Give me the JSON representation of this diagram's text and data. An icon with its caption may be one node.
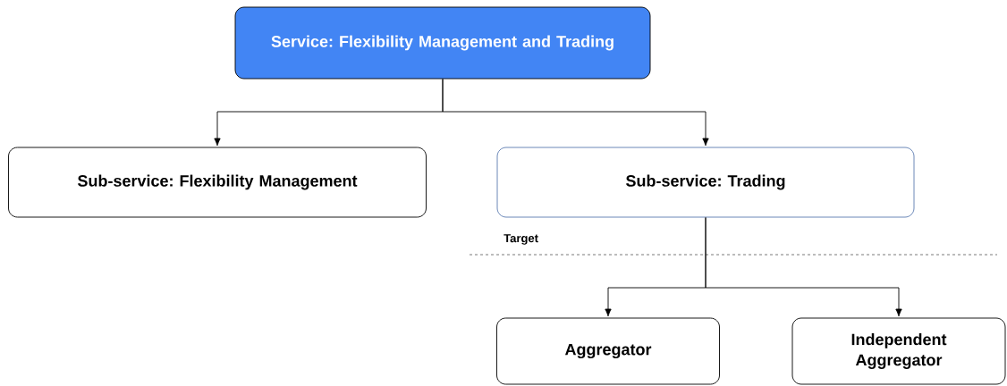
{
  "diagram": {
    "nodes": [
      {
        "text": [
          "Service: Flexibility Management and Trading"
        ]
      },
      {
        "text": [
          "Sub-service: Flexibility Management"
        ]
      },
      {
        "text": [
          "Sub-service: Trading"
        ]
      },
      {
        "text": [
          "Aggregator"
        ]
      },
      {
        "text": [
          "Independent Aggregator"
        ]
      }
    ],
    "edges": [
      {
        "from": 0,
        "to": 1,
        "arrow": "to"
      },
      {
        "from": 0,
        "to": 2,
        "arrow": "to"
      },
      {
        "from": 2,
        "to": 3,
        "arrow": "to"
      },
      {
        "from": 2,
        "to": 4,
        "arrow": "to"
      }
    ],
    "labels": [
      "Target"
    ]
  }
}
